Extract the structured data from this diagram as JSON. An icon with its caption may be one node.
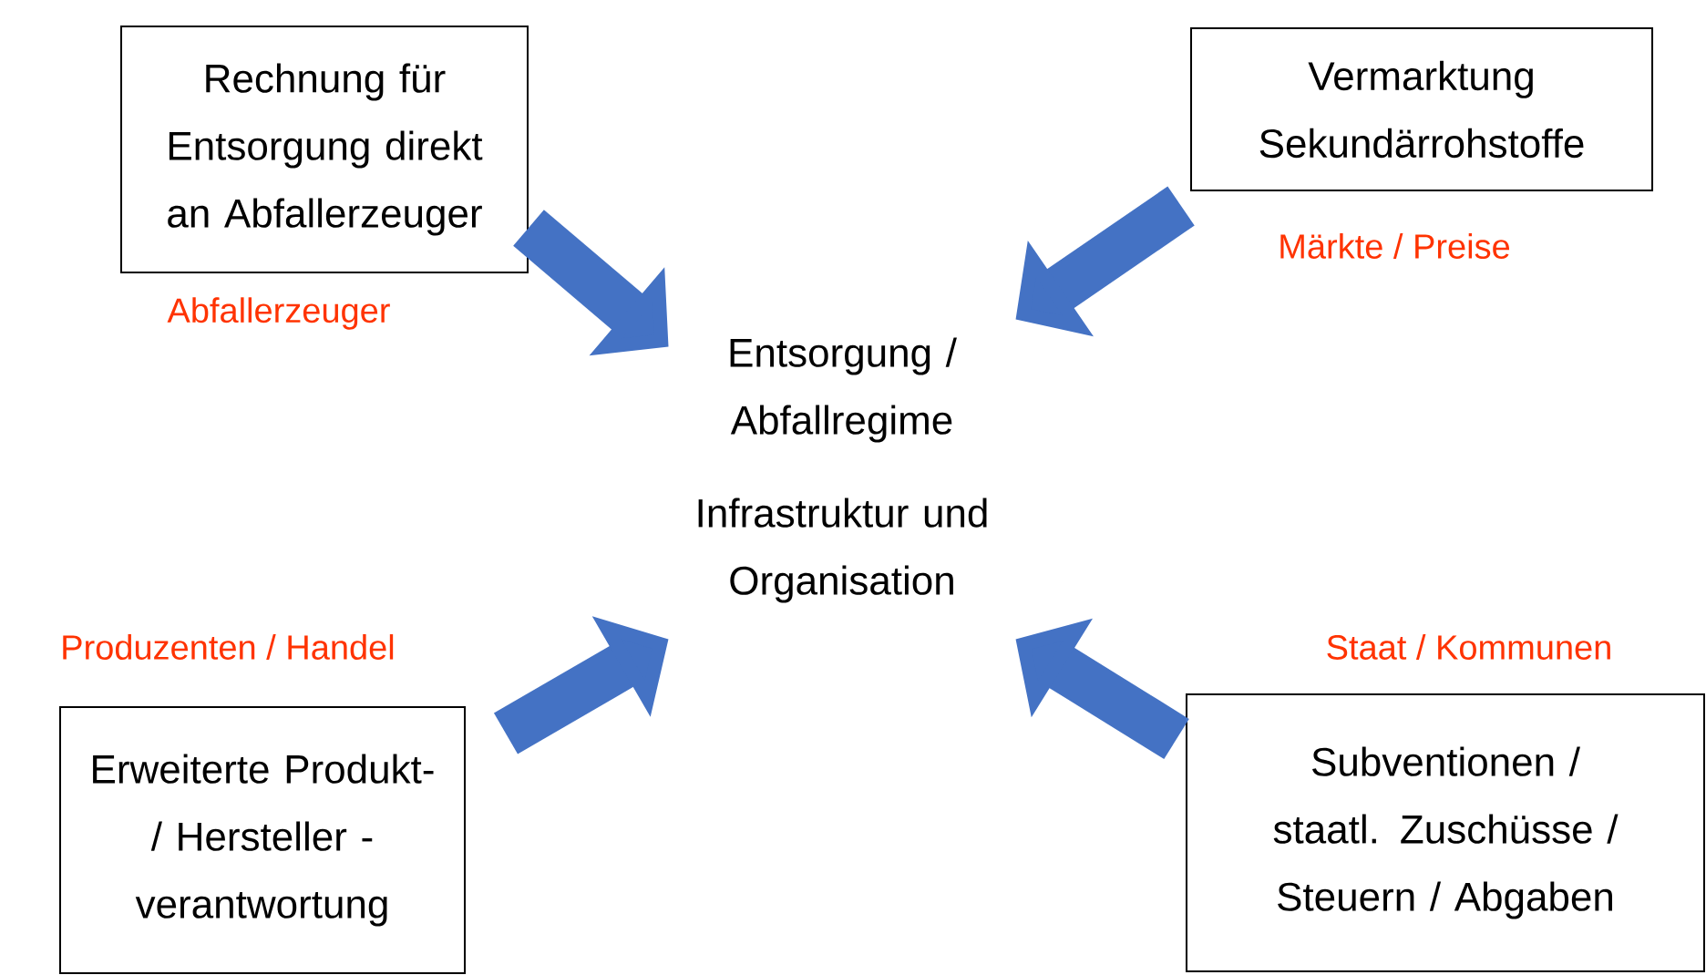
{
  "diagram": {
    "nodes": [
      {
        "text": [
          "Rechnung für Entsorgung direkt an Abfallerzeuger"
        ]
      },
      {
        "text": [
          "Vermarktung Sekundärrohstoffe"
        ]
      },
      {
        "text": [
          "Entsorgung / Abfallregime",
          "Infrastruktur und Organisation"
        ]
      },
      {
        "text": [
          "Erweiterte Produkt- / Hersteller - verantwortung"
        ]
      },
      {
        "text": [
          "Subventionen / staatl. Zuschüsse / Steuern / Abgaben"
        ]
      }
    ],
    "edges": [
      {
        "from": 0,
        "to": 2,
        "arrow": "to",
        "label": "Abfallerzeuger"
      },
      {
        "from": 1,
        "to": 2,
        "arrow": "to",
        "label": "Märkte / Preise"
      },
      {
        "from": 3,
        "to": 2,
        "arrow": "to",
        "label": "Produzenten / Handel"
      },
      {
        "from": 4,
        "to": 2,
        "arrow": "to",
        "label": "Staat / Kommunen"
      }
    ]
  }
}
